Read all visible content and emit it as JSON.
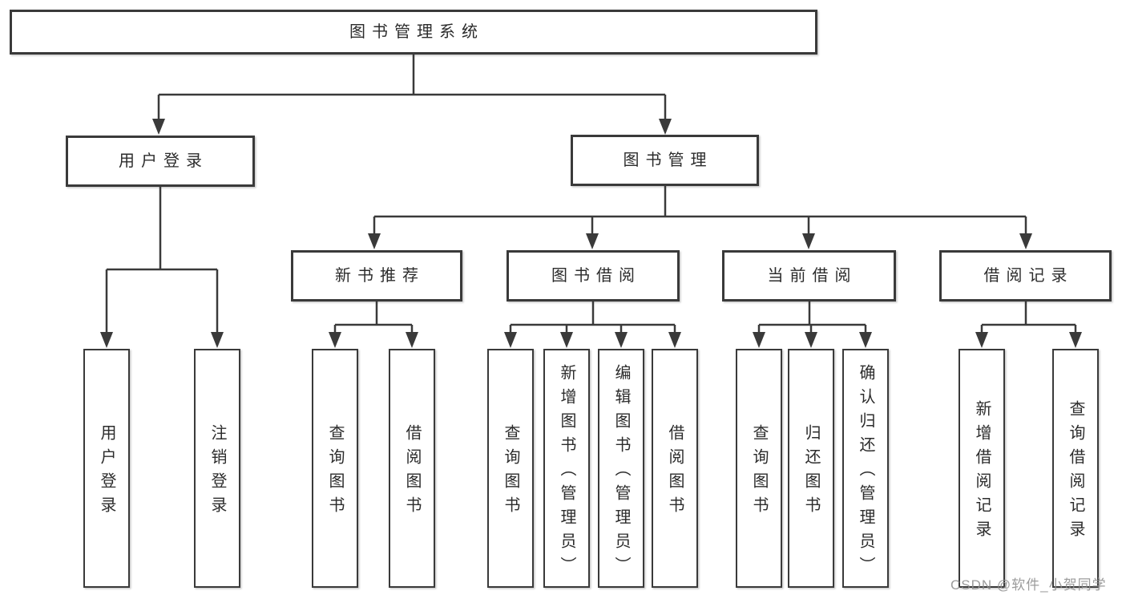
{
  "diagram": {
    "root": {
      "label": "图书管理系统"
    },
    "branches": [
      {
        "label": "用户登录",
        "children": [
          {
            "label": "用户登录"
          },
          {
            "label": "注销登录"
          }
        ]
      },
      {
        "label": "图书管理",
        "groups": [
          {
            "label": "新书推荐",
            "children": [
              {
                "label": "查询图书"
              },
              {
                "label": "借阅图书"
              }
            ]
          },
          {
            "label": "图书借阅",
            "children": [
              {
                "label": "查询图书"
              },
              {
                "label": "新增图书（管理员）"
              },
              {
                "label": "编辑图书（管理员）"
              },
              {
                "label": "借阅图书"
              }
            ]
          },
          {
            "label": "当前借阅",
            "children": [
              {
                "label": "查询图书"
              },
              {
                "label": "归还图书"
              },
              {
                "label": "确认归还（管理员）"
              }
            ]
          },
          {
            "label": "借阅记录",
            "children": [
              {
                "label": "新增借阅记录"
              },
              {
                "label": "查询借阅记录"
              }
            ]
          }
        ]
      }
    ],
    "watermark": "CSDN @软件_小贺同学",
    "colors": {
      "line": "#3a3a3a",
      "box_border": "#3a3a3a",
      "text": "#2c2c2c",
      "background": "#ffffff",
      "watermark": "#8e8e8e"
    }
  }
}
